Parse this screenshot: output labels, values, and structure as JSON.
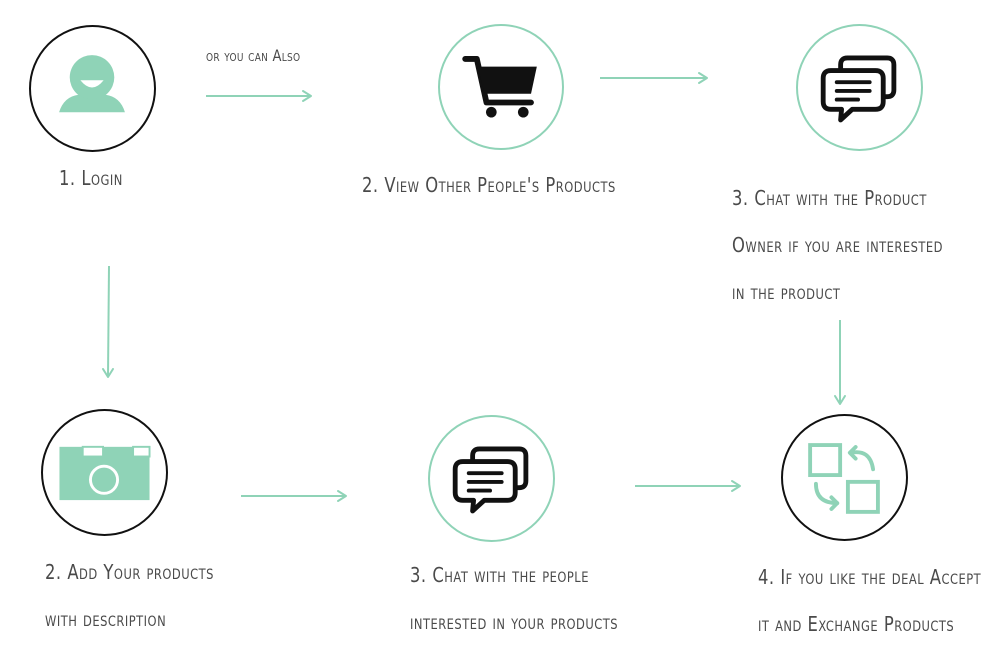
{
  "colors": {
    "accent": "#8fd3b7",
    "dark": "#111111",
    "text": "#4a4a4a"
  },
  "nodes": {
    "login": {
      "icon": "user-icon",
      "label_lines": [
        "1. Login"
      ]
    },
    "view_products": {
      "icon": "shopping-cart-icon",
      "label_lines": [
        "2. View Other People's Products"
      ]
    },
    "chat_owner": {
      "icon": "chat-bubbles-icon",
      "label_lines": [
        "3. Chat with the Product",
        "Owner if you are interested",
        "in the product"
      ]
    },
    "add_products": {
      "icon": "camera-icon",
      "label_lines": [
        "2. Add Your products",
        "with description"
      ]
    },
    "chat_people": {
      "icon": "chat-bubbles-icon",
      "label_lines": [
        "3. Chat with the people",
        "interested in your products"
      ]
    },
    "exchange": {
      "icon": "exchange-icon",
      "label_lines": [
        "4. If you like the deal Accept",
        "it and Exchange Products"
      ]
    }
  },
  "captions": {
    "alternative": "or you can Also"
  }
}
